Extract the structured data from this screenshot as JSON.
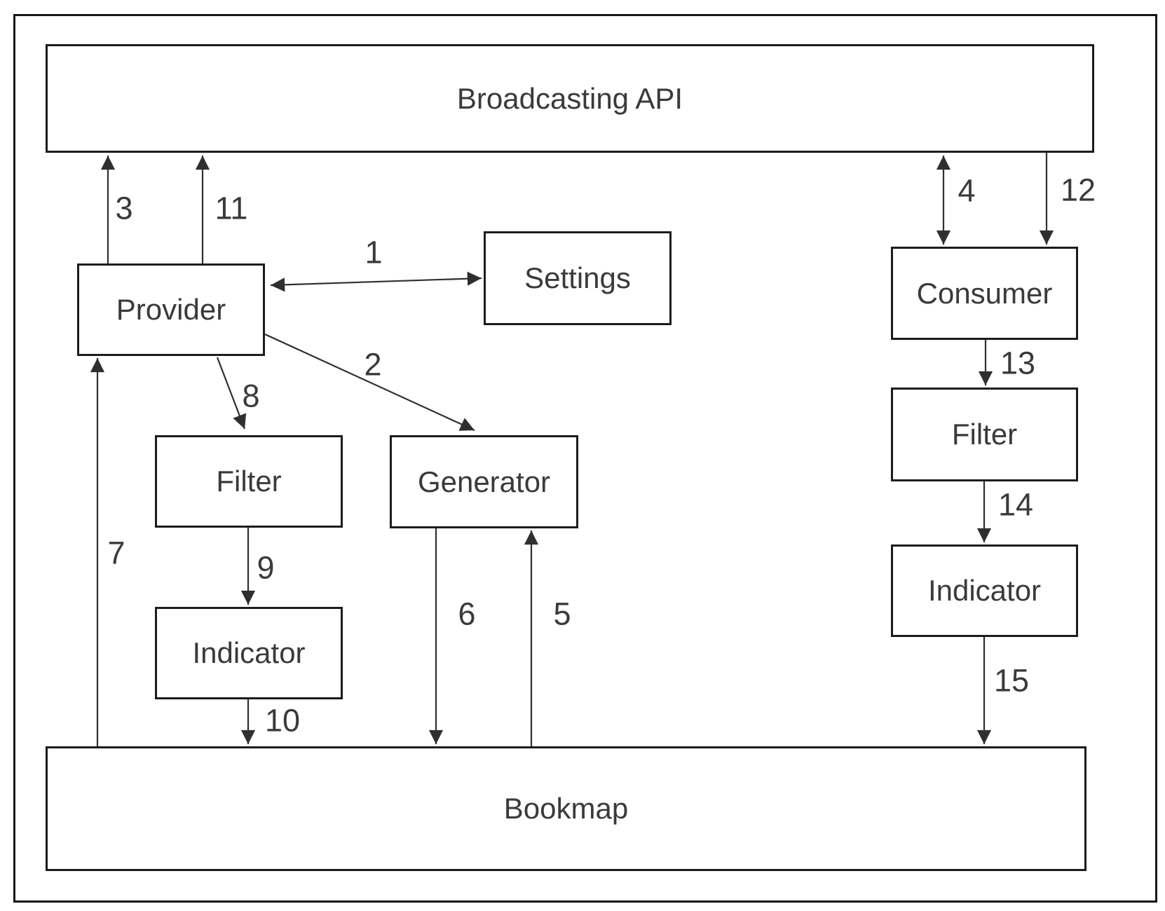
{
  "diagram": {
    "nodes": {
      "broadcasting_api": {
        "label": "Broadcasting API"
      },
      "provider": {
        "label": "Provider"
      },
      "settings": {
        "label": "Settings"
      },
      "consumer": {
        "label": "Consumer"
      },
      "filter_left": {
        "label": "Filter"
      },
      "generator": {
        "label": "Generator"
      },
      "indicator_left": {
        "label": "Indicator"
      },
      "filter_right": {
        "label": "Filter"
      },
      "indicator_right": {
        "label": "Indicator"
      },
      "bookmap": {
        "label": "Bookmap"
      }
    },
    "edges": [
      {
        "label": "1",
        "from": "provider",
        "to": "settings",
        "direction": "bidirectional"
      },
      {
        "label": "2",
        "from": "provider",
        "to": "generator",
        "direction": "one-way"
      },
      {
        "label": "3",
        "from": "provider",
        "to": "broadcasting_api",
        "direction": "one-way"
      },
      {
        "label": "4",
        "from": "broadcasting_api",
        "to": "consumer",
        "direction": "bidirectional"
      },
      {
        "label": "5",
        "from": "bookmap",
        "to": "generator",
        "direction": "one-way"
      },
      {
        "label": "6",
        "from": "generator",
        "to": "bookmap",
        "direction": "one-way"
      },
      {
        "label": "7",
        "from": "bookmap",
        "to": "provider",
        "direction": "one-way"
      },
      {
        "label": "8",
        "from": "provider",
        "to": "filter_left",
        "direction": "one-way"
      },
      {
        "label": "9",
        "from": "filter_left",
        "to": "indicator_left",
        "direction": "one-way"
      },
      {
        "label": "10",
        "from": "indicator_left",
        "to": "bookmap",
        "direction": "one-way"
      },
      {
        "label": "11",
        "from": "provider",
        "to": "broadcasting_api",
        "direction": "one-way"
      },
      {
        "label": "12",
        "from": "broadcasting_api",
        "to": "consumer",
        "direction": "one-way"
      },
      {
        "label": "13",
        "from": "consumer",
        "to": "filter_right",
        "direction": "one-way"
      },
      {
        "label": "14",
        "from": "filter_right",
        "to": "indicator_right",
        "direction": "one-way"
      },
      {
        "label": "15",
        "from": "indicator_right",
        "to": "bookmap",
        "direction": "one-way"
      }
    ],
    "colors": {
      "stroke": "#2f2f2f",
      "text": "#3a3a3a",
      "background": "#ffffff"
    }
  }
}
